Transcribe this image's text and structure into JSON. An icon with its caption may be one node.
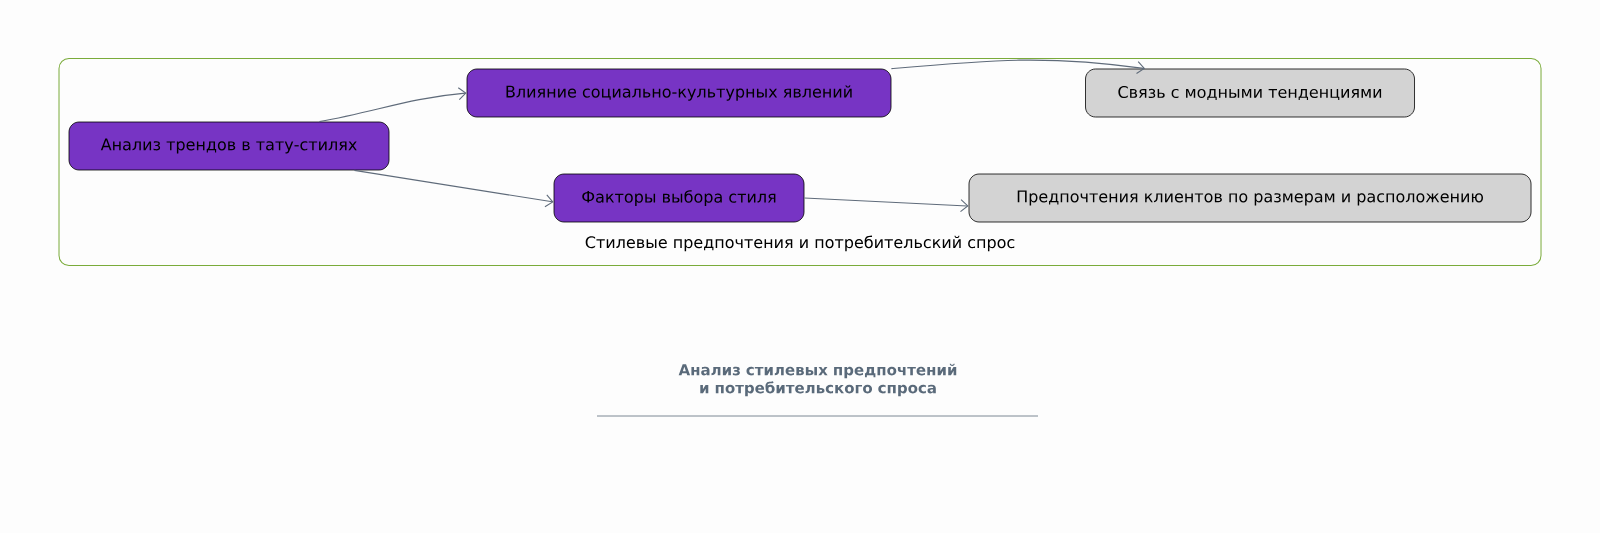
{
  "diagram": {
    "title": "Анализ стилевых предпочтений и потребительского спроса",
    "nodes": [
      {
        "text": [
          "Стилевые предпочтения и потребительский спрос"
        ]
      },
      {
        "text": [
          "Анализ трендов в тату-стилях"
        ],
        "in": 0
      },
      {
        "text": [
          "Влияние социально-культурных явлений"
        ],
        "in": 0
      },
      {
        "text": [
          "Связь с модными тенденциями"
        ],
        "in": 0
      },
      {
        "text": [
          "Факторы выбора стиля"
        ],
        "in": 0
      },
      {
        "text": [
          "Предпочтения клиентов по размерам и расположению"
        ],
        "in": 0
      }
    ],
    "edges": [
      {
        "from": 1,
        "to": 2,
        "arrow": "to"
      },
      {
        "from": 1,
        "to": 4,
        "arrow": "to"
      },
      {
        "from": 2,
        "to": 3,
        "arrow": "to"
      },
      {
        "from": 4,
        "to": 5,
        "arrow": "to"
      }
    ]
  }
}
